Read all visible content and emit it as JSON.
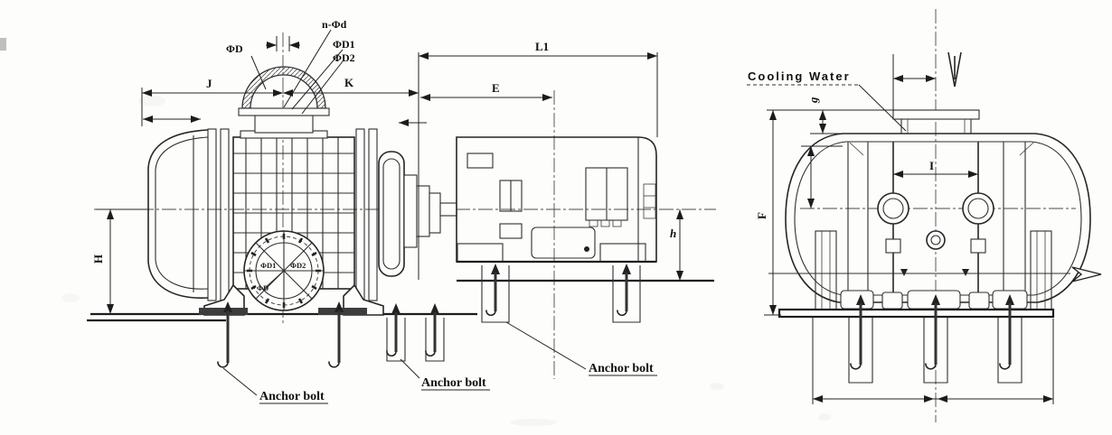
{
  "side_view": {
    "callouts": {
      "bolt_holes": "n-Φd",
      "phi_d": "ΦD",
      "phi_d1": "ΦD1",
      "phi_d2": "ΦD2"
    },
    "dimensions": {
      "j": "J",
      "k": "K",
      "l1": "L1",
      "e": "E",
      "h_center_height": "H",
      "h_motor_height": "h"
    },
    "discharge_flange": {
      "phi_d1": "ΦD1",
      "phi_d2": "ΦD2",
      "phi_d": "ΦD"
    },
    "anchor_labels": [
      "Anchor bolt",
      "Anchor bolt",
      "Anchor bolt"
    ]
  },
  "end_view": {
    "cooling_water_label": "Cooling Water",
    "dimensions": {
      "f": "F",
      "g": "g",
      "i": "I"
    }
  }
}
